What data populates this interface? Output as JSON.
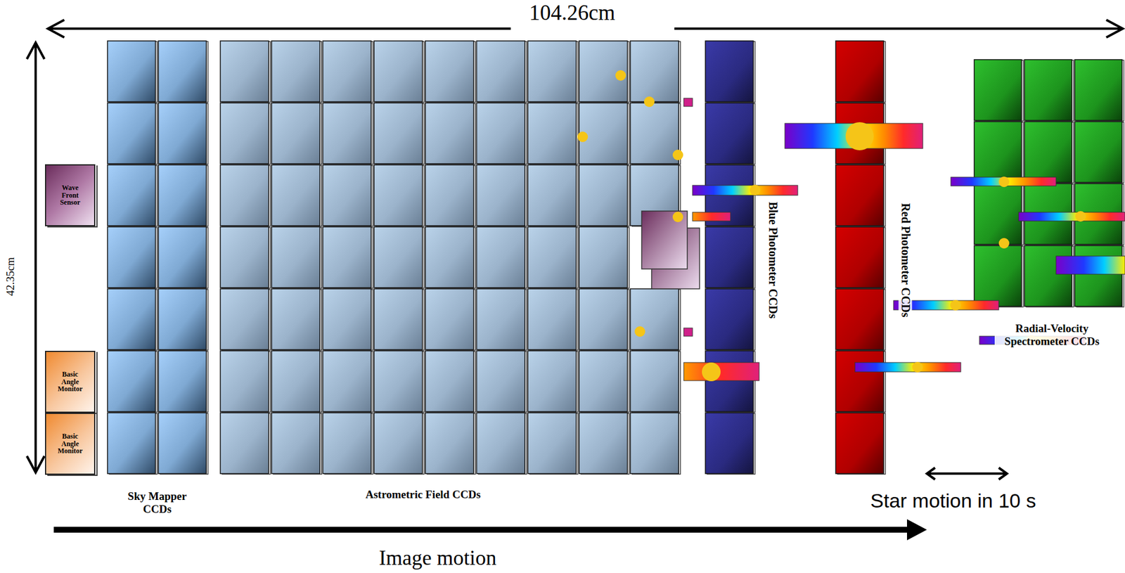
{
  "diagram": {
    "nodes": [
      {
        "text": [
          "Wave Front Sensor"
        ]
      },
      {
        "text": [
          "Basic Angle Monitor"
        ]
      },
      {
        "text": [
          "Basic Angle Monitor"
        ]
      },
      {
        "text": [
          "Sky Mapper CCDs"
        ]
      },
      {
        "text": [
          "Astrometric Field CCDs"
        ]
      },
      {
        "text": [
          "Blue Photometer CCDs"
        ]
      },
      {
        "text": [
          "Red Photometer CCDs"
        ]
      },
      {
        "text": [
          "Radial-Velocity Spectrometer CCDs"
        ]
      }
    ],
    "labels": [
      "104.26cm",
      "42.35cm",
      "Star motion in 10 s",
      "Image motion"
    ]
  }
}
